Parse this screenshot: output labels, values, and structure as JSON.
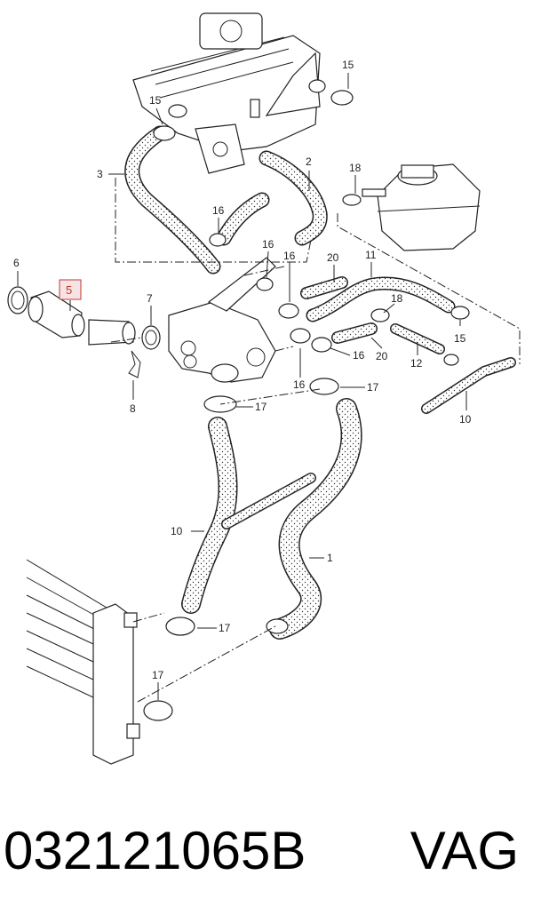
{
  "diagram": {
    "labels": {
      "p1": "1",
      "p2": "2",
      "p3": "3",
      "p5": "5",
      "p6": "6",
      "p7": "7",
      "p8": "8",
      "p10": "10",
      "p11": "11",
      "p12": "12",
      "p15": "15",
      "p16": "16",
      "p17": "17",
      "p18": "18",
      "p20": "20"
    },
    "highlight_color": "#c0392b"
  },
  "caption": {
    "part_number": "032121065B",
    "brand": "VAG"
  }
}
